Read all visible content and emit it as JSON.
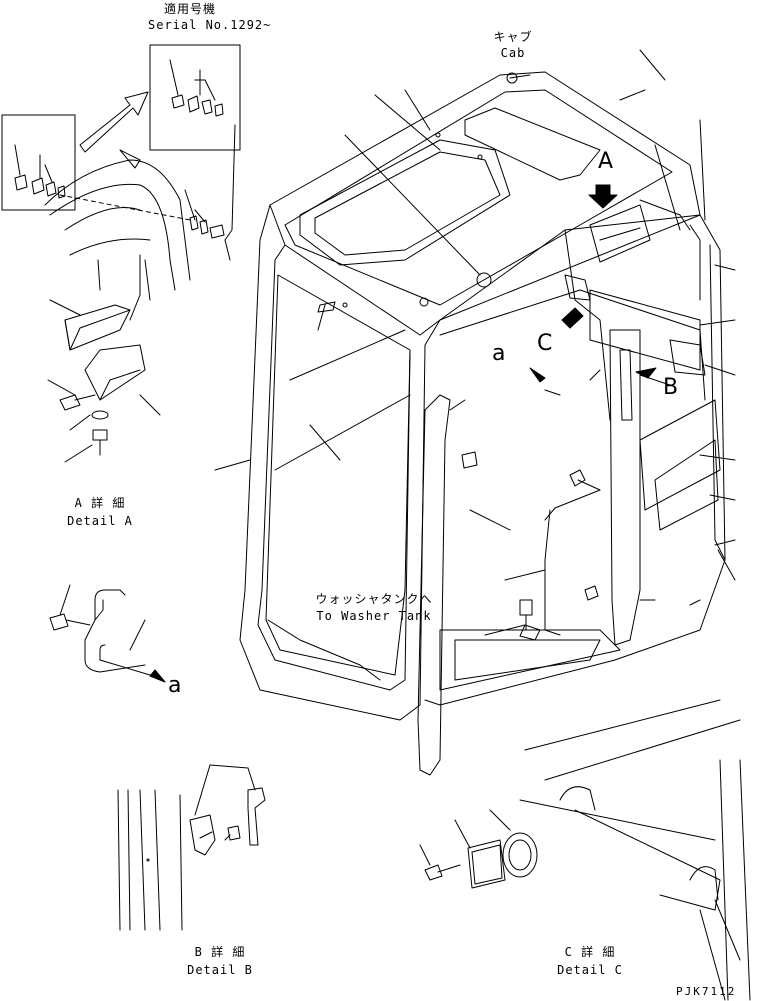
{
  "serial": {
    "jp": "適用号機",
    "en": "Serial No.1292~"
  },
  "cab": {
    "jp": "キャブ",
    "en": "Cab"
  },
  "detail_a": {
    "jp": "A 詳 細",
    "en": "Detail A"
  },
  "detail_b": {
    "jp": "B 詳 細",
    "en": "Detail B"
  },
  "detail_c": {
    "jp": "C 詳 細",
    "en": "Detail C"
  },
  "washer": {
    "jp": "ウォッシャタンクへ",
    "en": "To Washer Tank"
  },
  "callouts": {
    "a_upper": "A",
    "b_upper": "B",
    "c_upper": "C",
    "a_lower": "a",
    "a_pipe": "a"
  },
  "drawing_no": "PJK7112",
  "colors": {
    "line": "#000000",
    "background": "#ffffff"
  }
}
